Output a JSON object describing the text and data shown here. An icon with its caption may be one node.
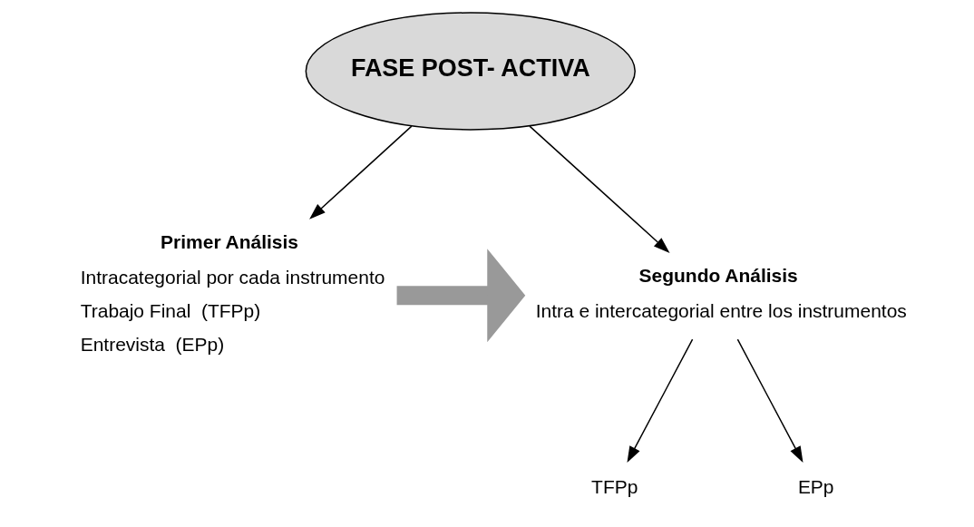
{
  "diagram": {
    "nodes": [
      {
        "text": [
          "FASE POST- ACTIVA"
        ]
      },
      {
        "text": [
          "Primer Análisis",
          "Intracategorial por cada instrumento",
          "Trabajo Final  (TFPp)",
          "Entrevista  (EPp)"
        ]
      },
      {
        "text": [
          "Segundo Análisis",
          "Intra e intercategorial entre los instrumentos"
        ]
      },
      {
        "text": [
          "TFPp"
        ]
      },
      {
        "text": [
          "EPp"
        ]
      }
    ],
    "edges": [
      {
        "from": 0,
        "to": 1,
        "arrow": "to"
      },
      {
        "from": 0,
        "to": 2,
        "arrow": "to"
      },
      {
        "from": 1,
        "to": 2,
        "arrow": "to",
        "style": "thick",
        "color": "#999999"
      },
      {
        "from": 2,
        "to": 3,
        "arrow": "to"
      },
      {
        "from": 2,
        "to": 4,
        "arrow": "to"
      }
    ]
  }
}
